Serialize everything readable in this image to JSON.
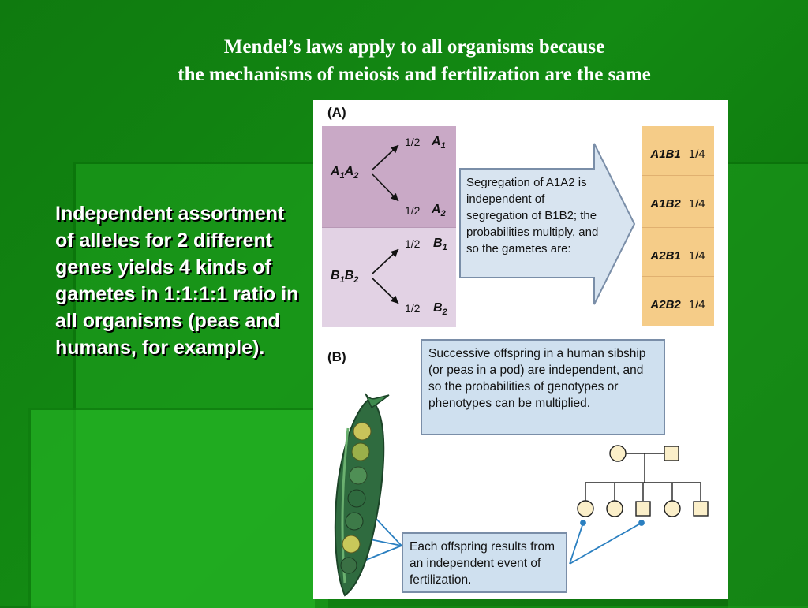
{
  "title": {
    "line1": "Mendel’s laws apply to all organisms because",
    "line2": "the mechanisms of meiosis and fertilization are the same"
  },
  "body_text": "Independent assortment of alleles for 2 different genes yields 4 kinds of gametes in 1:1:1:1 ratio in all organisms (peas and humans, for example).",
  "figure": {
    "panel_a": {
      "label": "(A)",
      "parent1": "A1A2",
      "parent2": "B1B2",
      "prob": "1/2",
      "allele_a1": "A1",
      "allele_a2": "A2",
      "allele_b1": "B1",
      "allele_b2": "B2",
      "arrow_text": "Segregation of A1A2 is independent of segregation of B1B2; the probabilities multiply, and so the gametes are:",
      "gametes": [
        {
          "genotype": "A1B1",
          "prob": "1/4"
        },
        {
          "genotype": "A1B2",
          "prob": "1/4"
        },
        {
          "genotype": "A2B1",
          "prob": "1/4"
        },
        {
          "genotype": "A2B2",
          "prob": "1/4"
        }
      ],
      "colors": {
        "purple_panel": "#c9a9c6",
        "lavender_panel": "#e2d2e4",
        "gamete_panel": "#f5cc88",
        "arrow_fill": "#d8e4f0"
      }
    },
    "panel_b": {
      "label": "(B)",
      "box_top": "Successive offspring in a human sibship (or peas in a pod) are independent, and so the probabilities of genotypes or phenotypes can be multiplied.",
      "box_bottom": "Each offspring results from an independent event of fertilization.",
      "colors": {
        "box_fill": "#cfe0ef",
        "pedigree_fill": "#fbefc9",
        "pointer_line": "#2a7fc0"
      }
    }
  }
}
